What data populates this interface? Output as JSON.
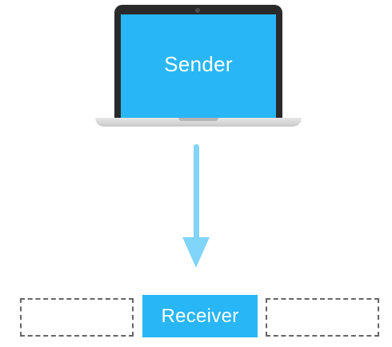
{
  "sender": {
    "label": "Sender",
    "screen_color": "#29b6f6",
    "icon": "laptop-icon"
  },
  "arrow": {
    "icon": "arrow-down-icon",
    "color": "#81d4fa"
  },
  "receiver": {
    "label": "Receiver",
    "color": "#29b6f6"
  },
  "slots": {
    "border_color": "#666666",
    "style": "dashed"
  }
}
